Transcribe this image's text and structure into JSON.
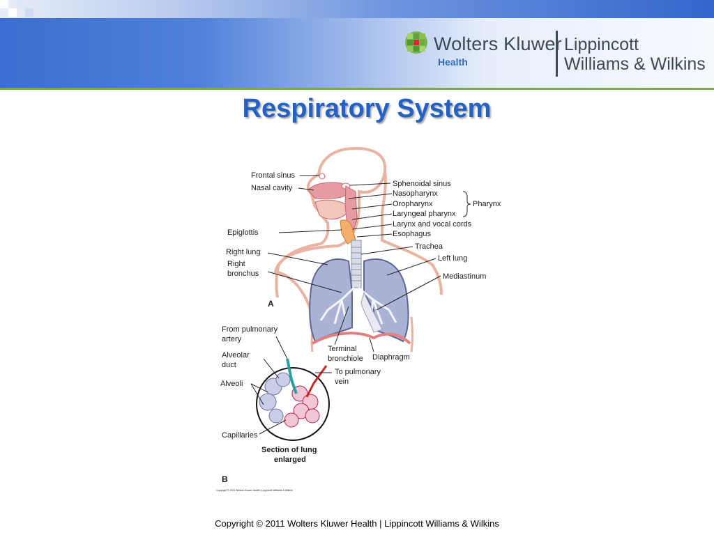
{
  "header": {
    "brand_name": "Wolters Kluwer",
    "brand_division": "Health",
    "partner_line1": "Lippincott",
    "partner_line2": "Williams & Wilkins"
  },
  "slide": {
    "title": "Respiratory System"
  },
  "figure": {
    "panel_a_letter": "A",
    "panel_b_letter": "B",
    "panel_b_caption_line1": "Section of lung",
    "panel_b_caption_line2": "enlarged",
    "fine_print": "Copyright © 2011 Wolters Kluwer Health | Lippincott Williams & Wilkins",
    "labels": {
      "frontal_sinus": "Frontal sinus",
      "nasal_cavity": "Nasal cavity",
      "epiglottis": "Epiglottis",
      "right_lung": "Right lung",
      "right_bronchus_1": "Right",
      "right_bronchus_2": "bronchus",
      "sphenoidal_sinus": "Sphenoidal sinus",
      "nasopharynx": "Nasopharynx",
      "oropharynx": "Oropharynx",
      "laryngeal_pharynx": "Laryngeal pharynx",
      "pharynx": "Pharynx",
      "larynx_vocal_cords": "Larynx and vocal cords",
      "esophagus": "Esophagus",
      "trachea": "Trachea",
      "left_lung": "Left lung",
      "mediastinum": "Mediastinum",
      "terminal_bronchiole_1": "Terminal",
      "terminal_bronchiole_2": "bronchiole",
      "diaphragm": "Diaphragm",
      "from_pulmonary_artery_1": "From pulmonary",
      "from_pulmonary_artery_2": "artery",
      "alveolar_duct_1": "Alveolar",
      "alveolar_duct_2": "duct",
      "alveoli": "Alveoli",
      "to_pulmonary_vein_1": "To pulmonary",
      "to_pulmonary_vein_2": "vein",
      "capillaries": "Capillaries"
    }
  },
  "footer": {
    "copyright": "Copyright © 2011 Wolters Kluwer Health | Lippincott Williams & Wilkins"
  },
  "colors": {
    "title": "#2361c4",
    "header_blue": "#3266cc",
    "rule_green": "#7fa84a",
    "lung_fill": "#aab3d6",
    "tissue_pink": "#e6a0a4"
  }
}
